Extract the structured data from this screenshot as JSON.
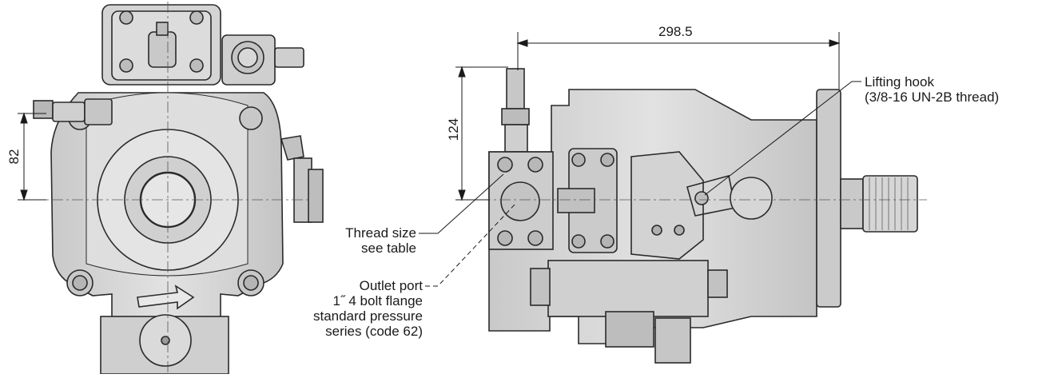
{
  "dimensions": {
    "height_left": "82",
    "height_right": "124",
    "width_top": "298.5"
  },
  "callouts": {
    "lifting_hook": [
      "Lifting hook",
      "(3/8-16 UN-2B thread)"
    ],
    "thread_size": [
      "Thread size",
      "see table"
    ],
    "outlet_port": [
      "Outlet port",
      "1˝ 4 bolt flange",
      "standard pressure",
      "series (code 62)"
    ]
  },
  "colors": {
    "body_fill": "#d9d9d9",
    "body_dark": "#bdbdbd",
    "outline": "#2a2a2a",
    "background": "#ffffff"
  }
}
